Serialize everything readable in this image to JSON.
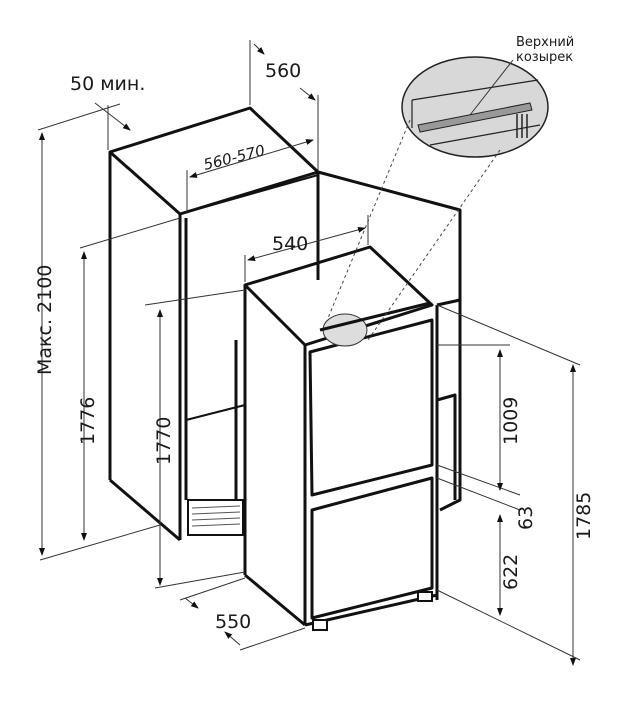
{
  "callout": {
    "line1": "Верхний",
    "line2": "козырек"
  },
  "dimensions": {
    "clearance_top": "50 мин.",
    "niche_depth": "560",
    "niche_width": "560-570",
    "appliance_width": "540",
    "max_height": "Макс. 2100",
    "niche_height": "1776",
    "appliance_height_side": "1770",
    "upper_door": "1009",
    "gap": "63",
    "lower_door": "622",
    "appliance_height_front": "1785",
    "appliance_depth": "550"
  }
}
